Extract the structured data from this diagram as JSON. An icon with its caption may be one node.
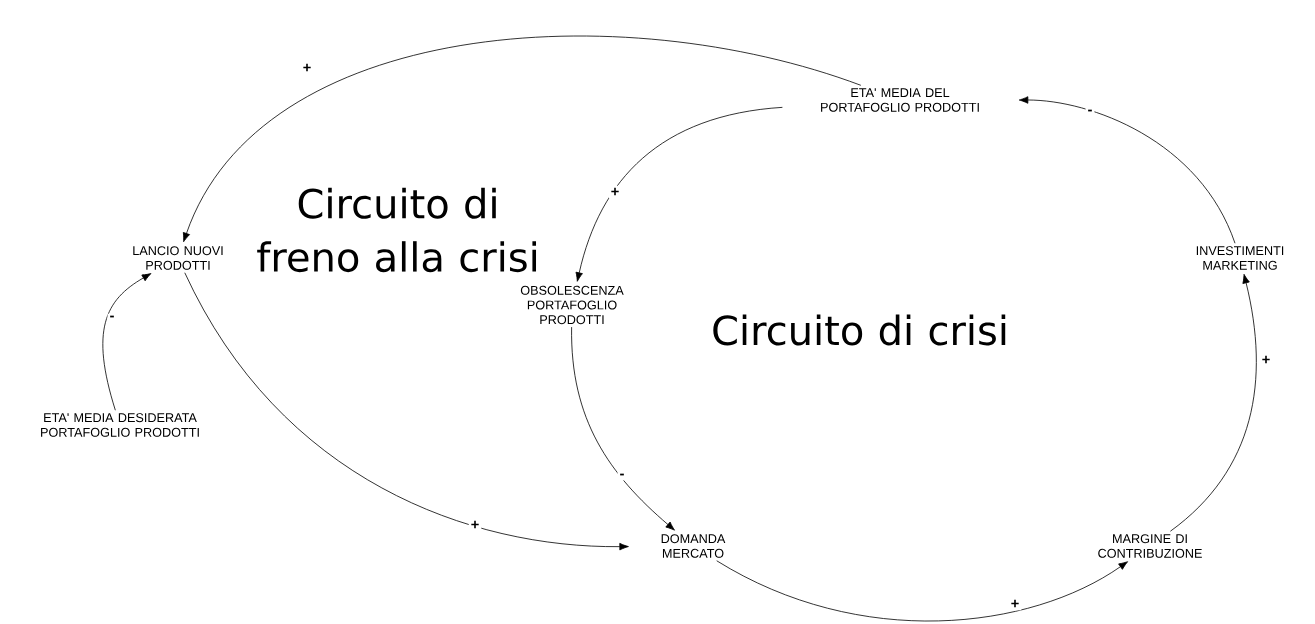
{
  "diagram": {
    "nodes": [
      {
        "text": [
          "ETA' MEDIA DEL PORTAFOGLIO PRODOTTI"
        ]
      },
      {
        "text": [
          "LANCIO NUOVI PRODOTTI"
        ]
      },
      {
        "text": [
          "INVESTIMENTI MARKETING"
        ]
      },
      {
        "text": [
          "OBSOLESCENZA PORTAFOGLIO PRODOTTI"
        ]
      },
      {
        "text": [
          "ETA' MEDIA DESIDERATA PORTAFOGLIO PRODOTTI"
        ]
      },
      {
        "text": [
          "DOMANDA MERCATO"
        ]
      },
      {
        "text": [
          "MARGINE DI CONTRIBUZIONE"
        ]
      }
    ],
    "edges": [
      {
        "from": 0,
        "to": 1,
        "arrow": "to",
        "label": "+"
      },
      {
        "from": 0,
        "to": 3,
        "arrow": "to",
        "label": "+"
      },
      {
        "from": 2,
        "to": 0,
        "arrow": "to",
        "label": "-"
      },
      {
        "from": 4,
        "to": 1,
        "arrow": "to",
        "label": "-"
      },
      {
        "from": 1,
        "to": 5,
        "arrow": "to",
        "label": "+"
      },
      {
        "from": 3,
        "to": 5,
        "arrow": "to",
        "label": "-"
      },
      {
        "from": 5,
        "to": 6,
        "arrow": "to",
        "label": "+"
      },
      {
        "from": 6,
        "to": 2,
        "arrow": "to",
        "label": "+"
      }
    ],
    "labels": [
      "Circuito di freno alla crisi",
      "Circuito di crisi"
    ]
  }
}
